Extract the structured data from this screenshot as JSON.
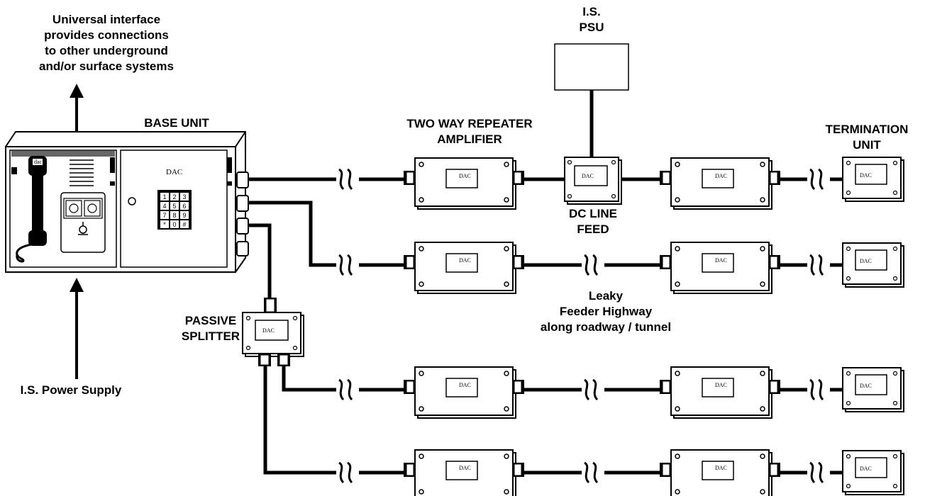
{
  "labels": {
    "universal_1": "Universal interface",
    "universal_2": "provides connections",
    "universal_3": "to other underground",
    "universal_4": "and/or surface systems",
    "base_unit": "BASE UNIT",
    "power_supply": "I.S. Power Supply",
    "psu_1": "I.S.",
    "psu_2": "PSU",
    "repeater_1": "TWO WAY REPEATER",
    "repeater_2": "AMPLIFIER",
    "dc_1": "DC LINE",
    "dc_2": "FEED",
    "termination_1": "TERMINATION",
    "termination_2": "UNIT",
    "splitter_1": "PASSIVE",
    "splitter_2": "SPLITTER",
    "leaky_1": "Leaky",
    "leaky_2": "Feeder Highway",
    "leaky_3": "along roadway / tunnel"
  },
  "device_logo": "DAC",
  "handset_logo": "dac",
  "keypad": [
    "1",
    "2",
    "3",
    "4",
    "5",
    "6",
    "7",
    "8",
    "9",
    "*",
    "0",
    "#"
  ]
}
